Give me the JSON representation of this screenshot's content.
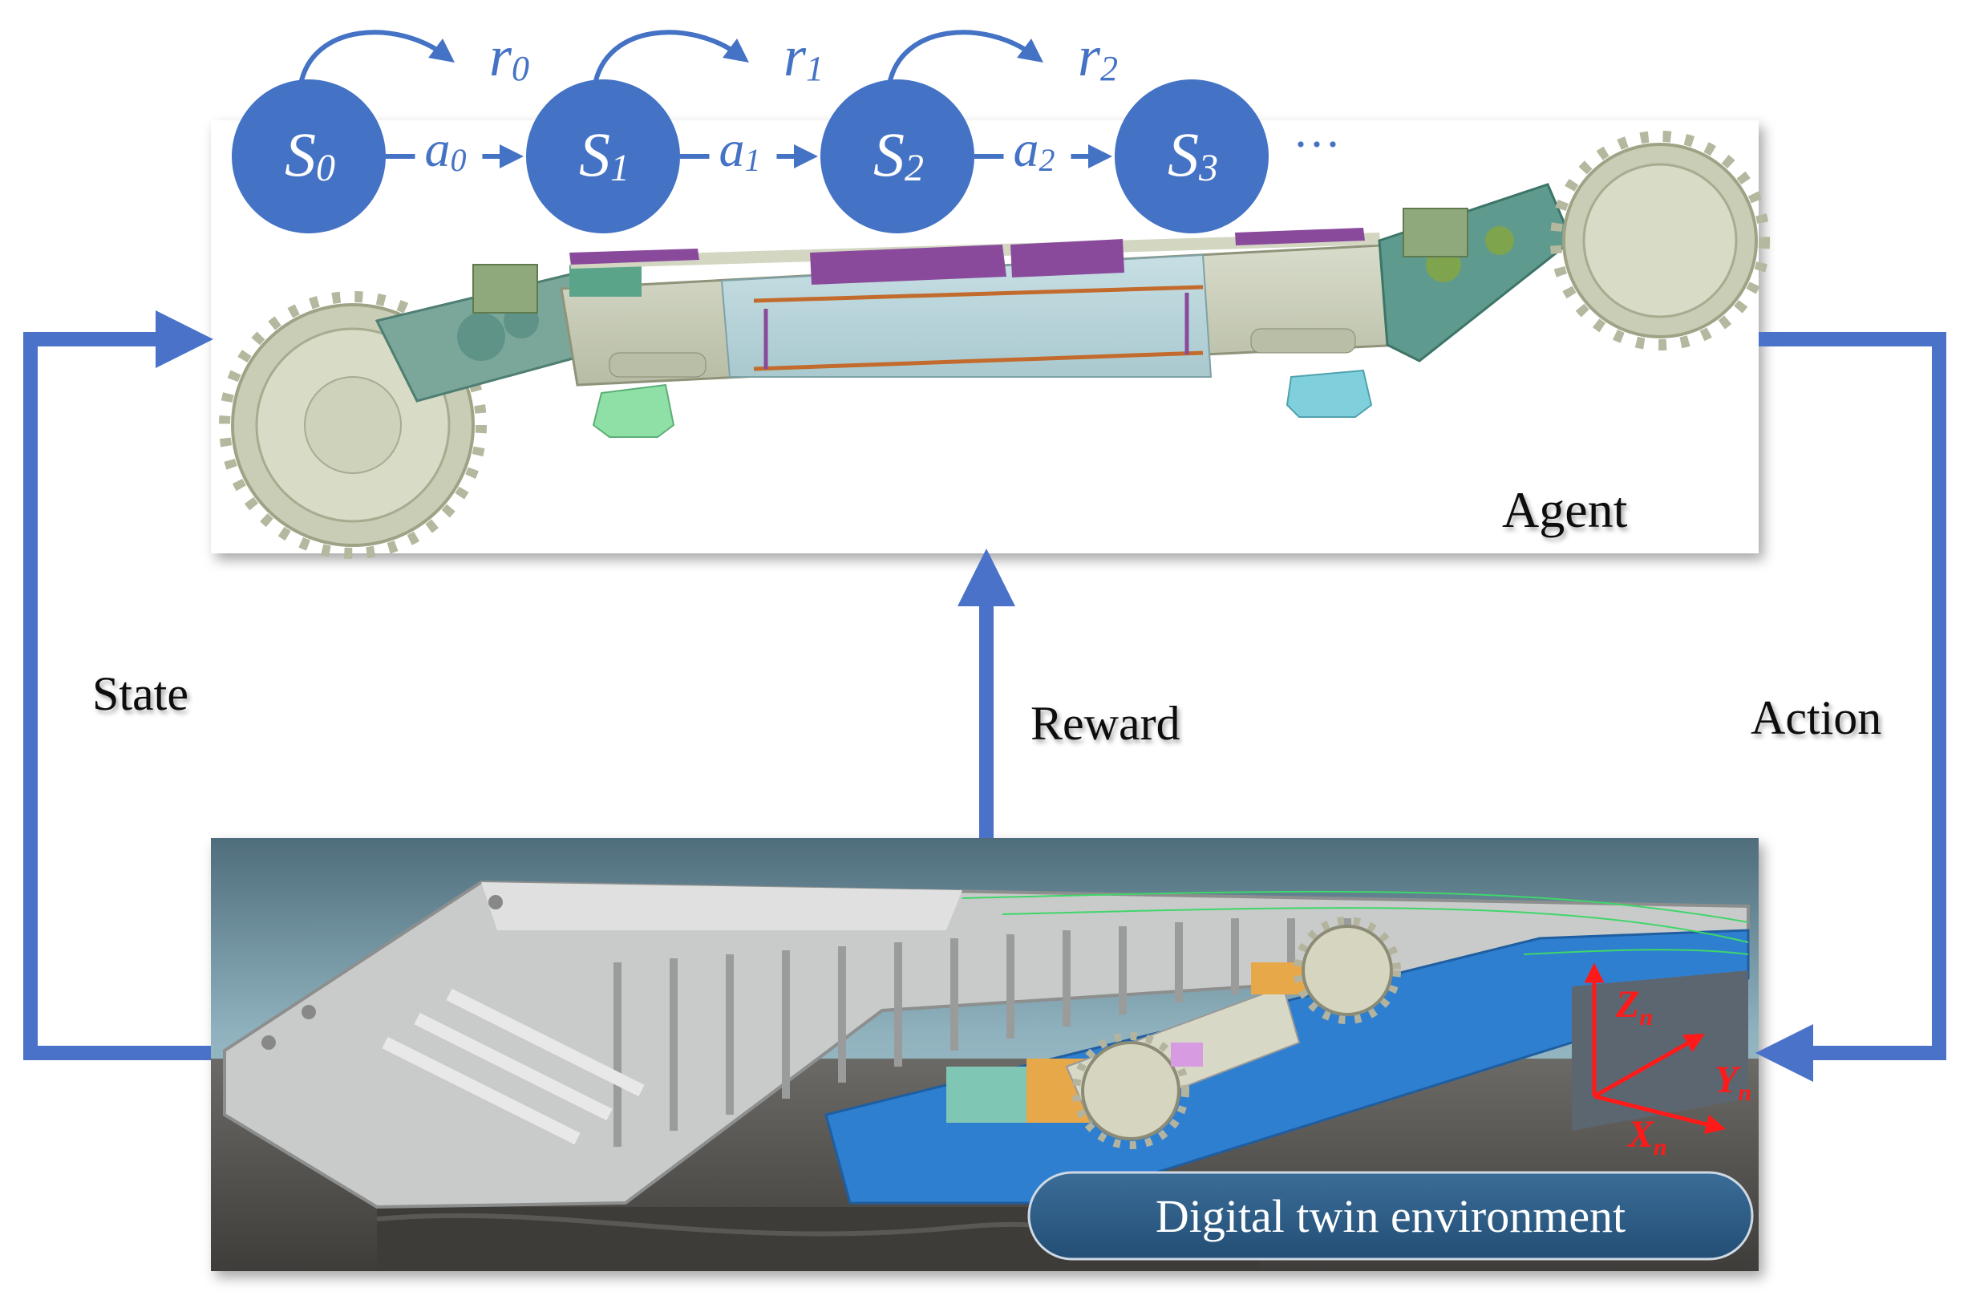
{
  "colors": {
    "accent": "#4472c4",
    "arrow": "#4a72c8",
    "axis": "#ff1a1a",
    "banner": "#2f5f8a",
    "text": "#111111"
  },
  "states": [
    {
      "label": "S",
      "sub": "0"
    },
    {
      "label": "S",
      "sub": "1"
    },
    {
      "label": "S",
      "sub": "2"
    },
    {
      "label": "S",
      "sub": "3"
    }
  ],
  "actions": [
    {
      "label": "a",
      "sub": "0"
    },
    {
      "label": "a",
      "sub": "1"
    },
    {
      "label": "a",
      "sub": "2"
    }
  ],
  "rewards": [
    {
      "label": "r",
      "sub": "0"
    },
    {
      "label": "r",
      "sub": "1"
    },
    {
      "label": "r",
      "sub": "2"
    }
  ],
  "ellipsis": "···",
  "labels": {
    "agent": "Agent",
    "state": "State",
    "reward": "Reward",
    "action": "Action",
    "environment": "Digital twin environment"
  },
  "axes": {
    "z": {
      "label": "Z",
      "sub": "n"
    },
    "y": {
      "label": "Y",
      "sub": "n"
    },
    "x": {
      "label": "X",
      "sub": "n"
    }
  }
}
